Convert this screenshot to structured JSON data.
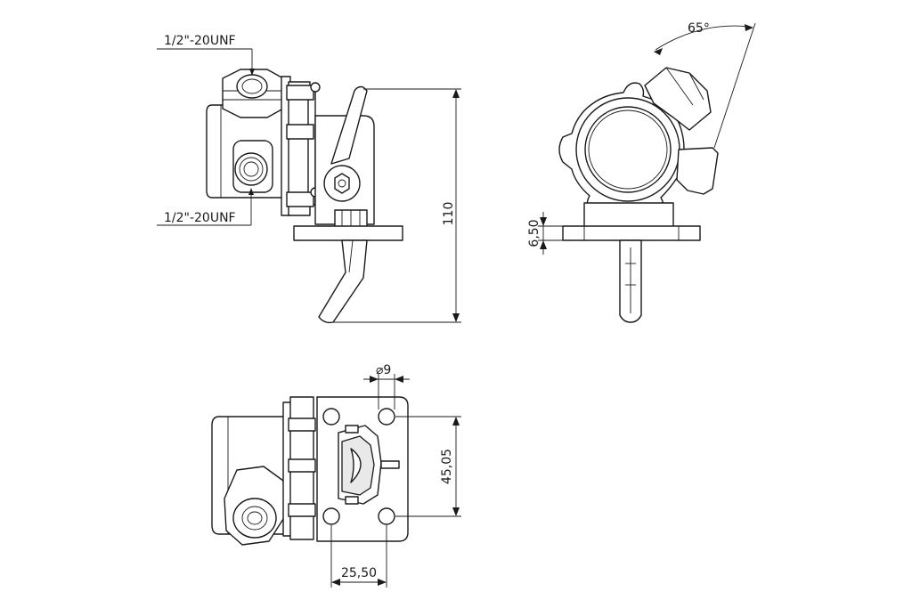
{
  "labels": {
    "thread_top": "1/2\"-20UNF",
    "thread_bottom": "1/2\"-20UNF",
    "height": "110",
    "angle": "65°",
    "flange_thickness": "6,50",
    "hole_diameter": "⌀9",
    "hole_spacing_v": "45,05",
    "hole_spacing_h": "25,50"
  }
}
